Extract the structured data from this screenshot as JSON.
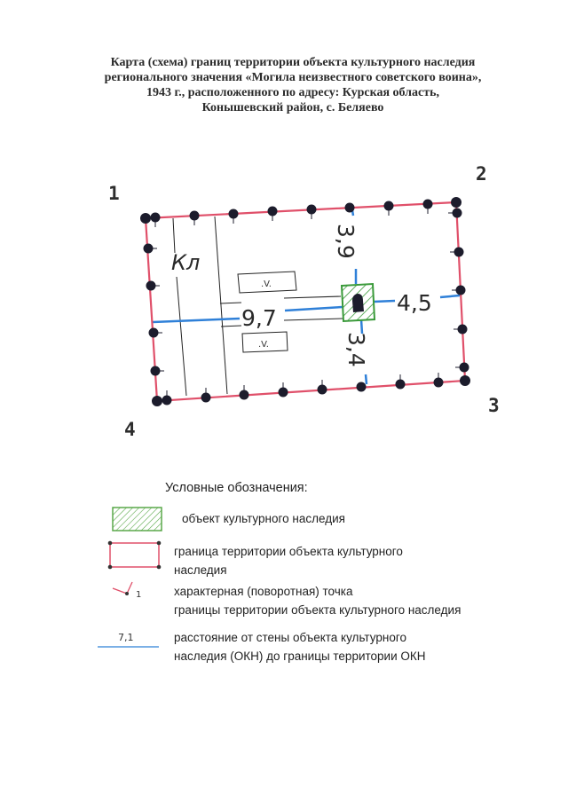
{
  "title": {
    "lines": [
      "Карта (схема) границ территории объекта культурного наследия",
      "регионального значения «Могила неизвестного советского воина»,",
      "1943 г., расположенного по адресу: Курская область,",
      "Конышевский район, с. Беляево"
    ]
  },
  "map": {
    "corner_labels": [
      "1",
      "2",
      "3",
      "4"
    ],
    "area_label": "Кл",
    "building_marks": [
      ".V.",
      ".V."
    ],
    "distances": {
      "north": "3,9",
      "east": "4,5",
      "south": "3,4",
      "west": "9,7"
    },
    "colors": {
      "boundary": "#e0506a",
      "distance_line": "#2f80d8",
      "heritage_object": "#3a9a3a",
      "points": "#1c1c2c"
    }
  },
  "legend": {
    "title": "Условные обозначения:",
    "items": [
      {
        "icon": "hatched-green-rect-icon",
        "text": [
          "объект культурного наследия"
        ]
      },
      {
        "icon": "red-boundary-rect-icon",
        "text": [
          "граница территории объекта культурного",
          "наследия"
        ]
      },
      {
        "icon": "turning-point-icon",
        "icon_label": "1",
        "text": [
          "характерная (поворотная) точка",
          "границы территории объекта культурного наследия"
        ]
      },
      {
        "icon": "distance-line-icon",
        "icon_label": "7,1",
        "text": [
          "расстояние от стены объекта культурного",
          "наследия (ОКН) до границы территории ОКН"
        ]
      }
    ]
  }
}
